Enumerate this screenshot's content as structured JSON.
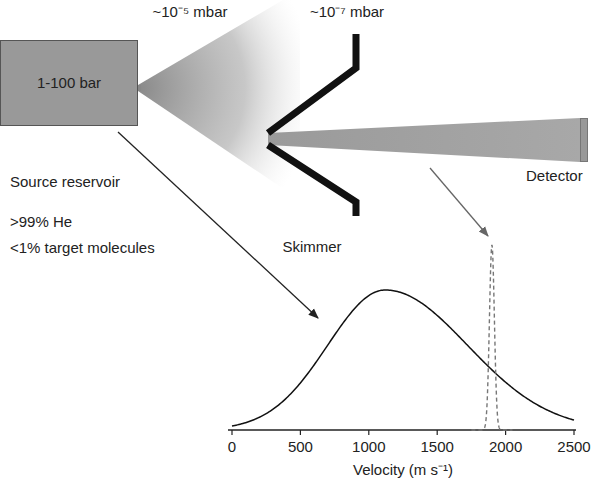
{
  "diagram": {
    "nodes": [
      {
        "text": [
          "1-100 bar"
        ]
      },
      {
        "text": [
          "Detector"
        ]
      }
    ],
    "labels": [
      "~10⁻⁵ mbar",
      "~10⁻⁷ mbar",
      "Source reservoir",
      ">99% He",
      "<1% target molecules",
      "Skimmer",
      "0",
      "500",
      "1000",
      "1500",
      "2000",
      "2500",
      "Velocity (m s⁻¹)"
    ]
  }
}
